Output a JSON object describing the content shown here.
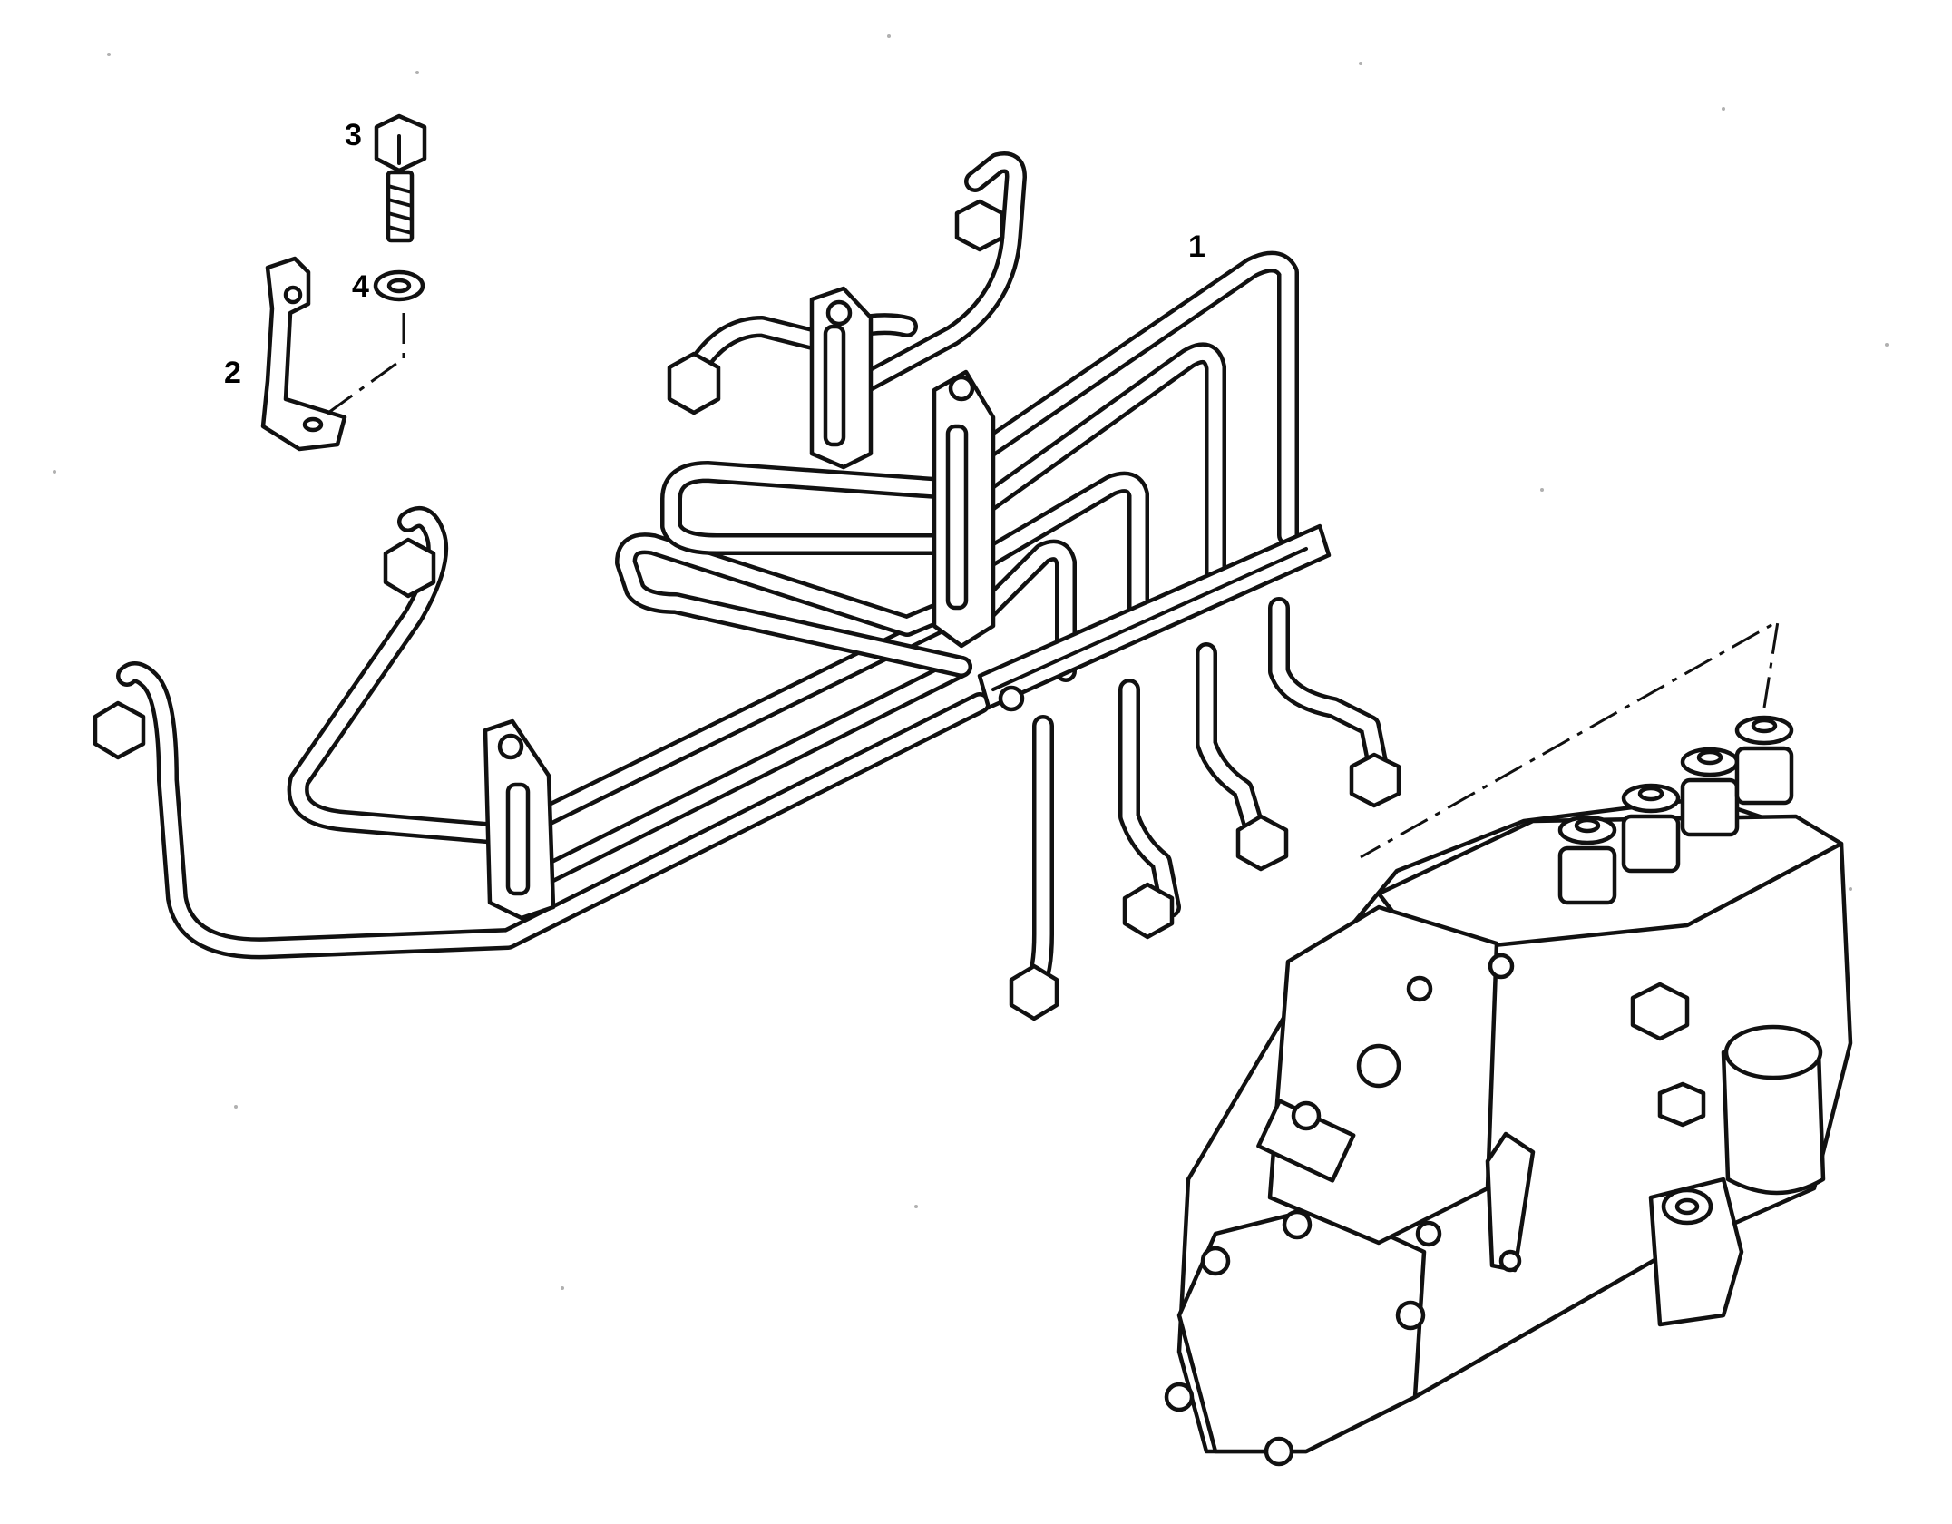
{
  "callouts": {
    "item1": "1",
    "item2": "2",
    "item3": "3",
    "item4": "4"
  },
  "colors": {
    "line": "#111111",
    "background": "#ffffff"
  }
}
